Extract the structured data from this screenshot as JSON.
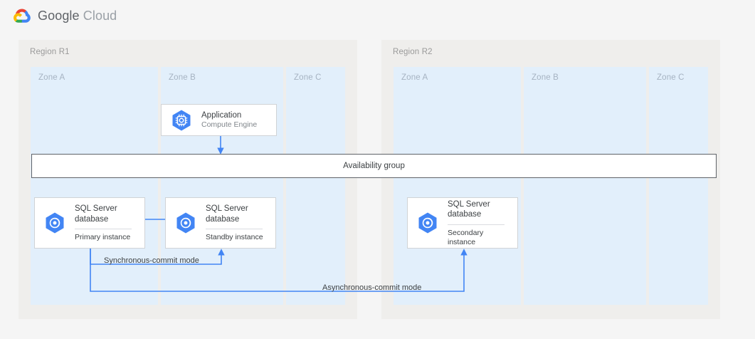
{
  "header": {
    "brand_google": "Google",
    "brand_cloud": "Cloud",
    "logo_icon": "google-cloud-logo"
  },
  "colors": {
    "page_bg": "#f5f5f5",
    "region_bg": "#efeeec",
    "zone_bg": "#e2effb",
    "card_bg": "#ffffff",
    "card_border": "#d0d3d6",
    "connector_blue": "#4285f4",
    "icon_blue": "#4285f4",
    "avail_border": "#5f6368",
    "label_gray": "#9a9a9a",
    "zone_label": "#a6b3c2"
  },
  "regions": [
    {
      "id": "r1",
      "label": "Region R1",
      "zones": [
        {
          "id": "r1-zone-a",
          "label": "Zone A"
        },
        {
          "id": "r1-zone-b",
          "label": "Zone B"
        },
        {
          "id": "r1-zone-c",
          "label": "Zone C"
        }
      ]
    },
    {
      "id": "r2",
      "label": "Region R2",
      "zones": [
        {
          "id": "r2-zone-a",
          "label": "Zone A"
        },
        {
          "id": "r2-zone-b",
          "label": "Zone B"
        },
        {
          "id": "r2-zone-c",
          "label": "Zone C"
        }
      ]
    }
  ],
  "nodes": {
    "application": {
      "title": "Application",
      "subtitle": "Compute Engine",
      "icon": "compute-engine-icon"
    },
    "primary_db": {
      "title_line1": "SQL Server",
      "title_line2": "database",
      "instance": "Primary instance",
      "icon": "sql-server-database-icon"
    },
    "standby_db": {
      "title_line1": "SQL Server",
      "title_line2": "database",
      "instance": "Standby instance",
      "icon": "sql-server-database-icon"
    },
    "secondary_db": {
      "title_line1": "SQL Server",
      "title_line2": "database",
      "instance": "Secondary instance",
      "icon": "sql-server-database-icon"
    }
  },
  "availability_group": {
    "label": "Availability group"
  },
  "connector_labels": {
    "synchronous": "Synchronous-commit mode",
    "asynchronous": "Asynchronous-commit mode"
  }
}
